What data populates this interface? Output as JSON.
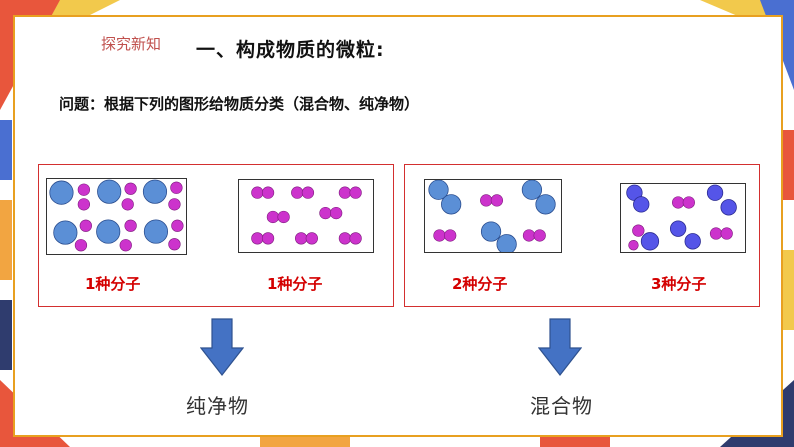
{
  "slide": {
    "section_tag": "探究新知",
    "title": "一、构成物质的微粒:",
    "question": "问题：根据下列的图形给物质分类（混合物、纯净物）"
  },
  "panels": [
    {
      "caption": "1种分子"
    },
    {
      "caption": "1种分子"
    },
    {
      "caption": "2种分子"
    },
    {
      "caption": "3种分子"
    }
  ],
  "results": {
    "pure": "纯净物",
    "mixture": "混合物"
  },
  "colors": {
    "big_molecule": "#5b8fd6",
    "small_atom": "#cc33cc",
    "violet_atom": "#5555e8",
    "caption_red": "#d40000",
    "group_border": "#d32f2f",
    "arrow_blue": "#4472c4",
    "frame_orange": "#e8a020"
  }
}
